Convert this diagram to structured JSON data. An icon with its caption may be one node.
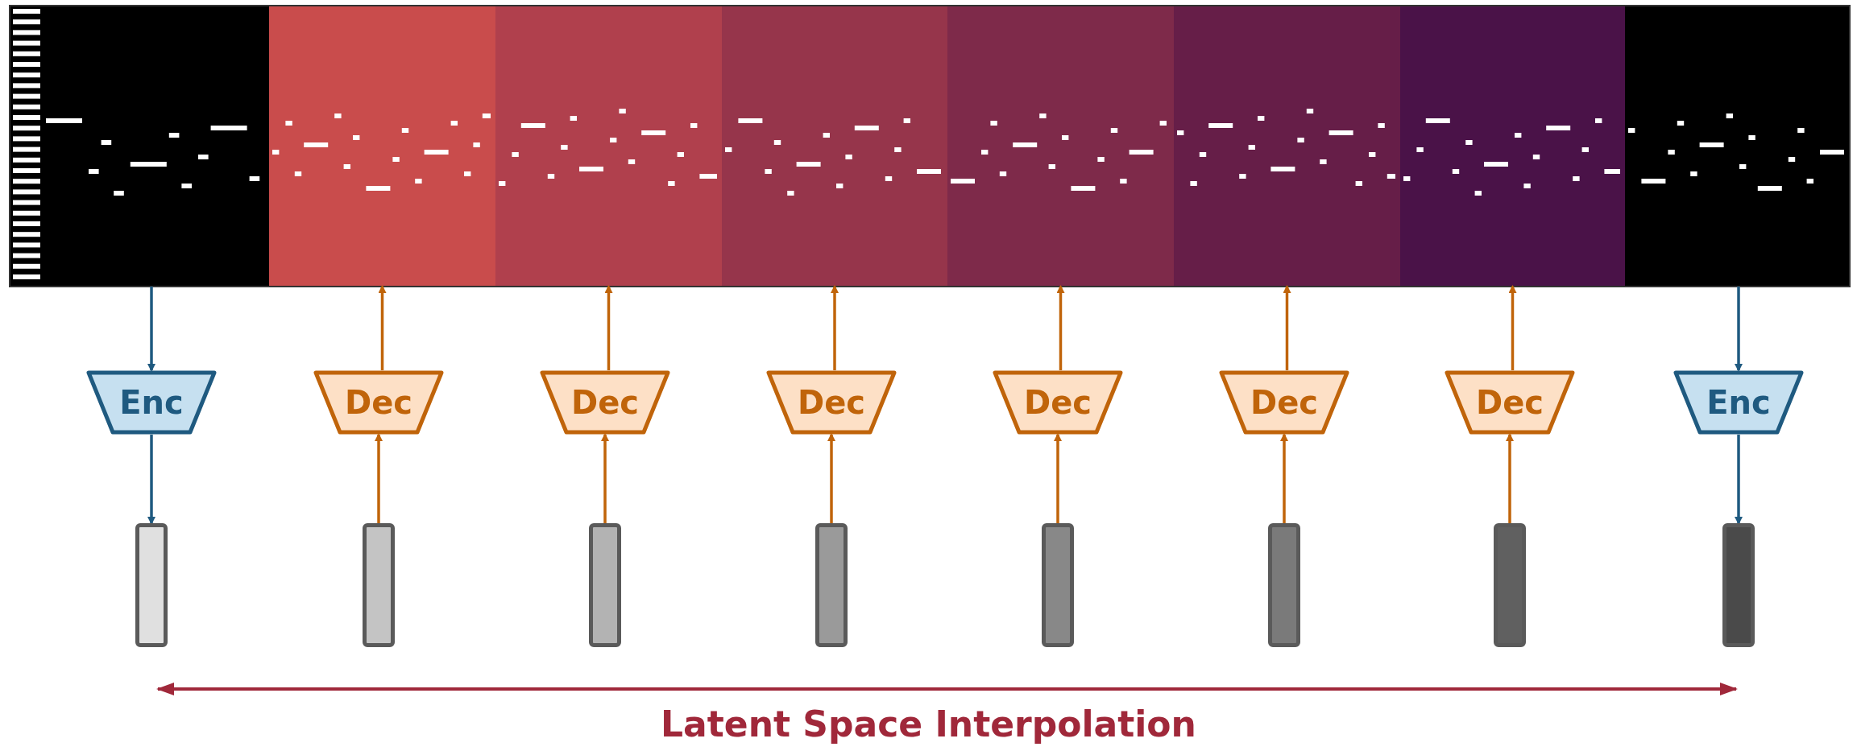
{
  "diagram": {
    "nodes": [
      {
        "text": [],
        "shape": "box"
      },
      {
        "text": [],
        "shape": "box"
      },
      {
        "text": [],
        "shape": "box"
      },
      {
        "text": [],
        "shape": "box"
      },
      {
        "text": [],
        "shape": "box"
      },
      {
        "text": [],
        "shape": "box"
      },
      {
        "text": [],
        "shape": "box"
      },
      {
        "text": [],
        "shape": "box"
      },
      {
        "text": [
          "Enc"
        ]
      },
      {
        "text": [
          "Dec"
        ]
      },
      {
        "text": [
          "Dec"
        ]
      },
      {
        "text": [
          "Dec"
        ]
      },
      {
        "text": [
          "Dec"
        ]
      },
      {
        "text": [
          "Dec"
        ]
      },
      {
        "text": [
          "Dec"
        ]
      },
      {
        "text": [
          "Enc"
        ]
      },
      {
        "text": [],
        "shape": "bar"
      },
      {
        "text": [],
        "shape": "bar"
      },
      {
        "text": [],
        "shape": "bar"
      },
      {
        "text": [],
        "shape": "bar"
      },
      {
        "text": [],
        "shape": "bar"
      },
      {
        "text": [],
        "shape": "bar"
      },
      {
        "text": [],
        "shape": "bar"
      },
      {
        "text": [],
        "shape": "bar"
      }
    ],
    "edges": [
      {
        "from": 0,
        "to": 8,
        "arrow": "to",
        "color": "#1f5a80"
      },
      {
        "from": 8,
        "to": 16,
        "arrow": "to",
        "color": "#1f5a80"
      },
      {
        "from": 17,
        "to": 9,
        "arrow": "to"
      },
      {
        "from": 9,
        "to": 1,
        "arrow": "to"
      },
      {
        "from": 18,
        "to": 10,
        "arrow": "to"
      },
      {
        "from": 10,
        "to": 2,
        "arrow": "to"
      },
      {
        "from": 19,
        "to": 11,
        "arrow": "to"
      },
      {
        "from": 11,
        "to": 3,
        "arrow": "to"
      },
      {
        "from": 20,
        "to": 12,
        "arrow": "to"
      },
      {
        "from": 12,
        "to": 4,
        "arrow": "to"
      },
      {
        "from": 21,
        "to": 13,
        "arrow": "to"
      },
      {
        "from": 13,
        "to": 5,
        "arrow": "to"
      },
      {
        "from": 22,
        "to": 14,
        "arrow": "to"
      },
      {
        "from": 14,
        "to": 6,
        "arrow": "to"
      },
      {
        "from": 7,
        "to": 15,
        "arrow": "to",
        "color": "#1f5a80"
      },
      {
        "from": 15,
        "to": 23,
        "arrow": "to",
        "color": "#1f5a80"
      }
    ],
    "labels": [
      "Latent Space Interpolation"
    ]
  }
}
